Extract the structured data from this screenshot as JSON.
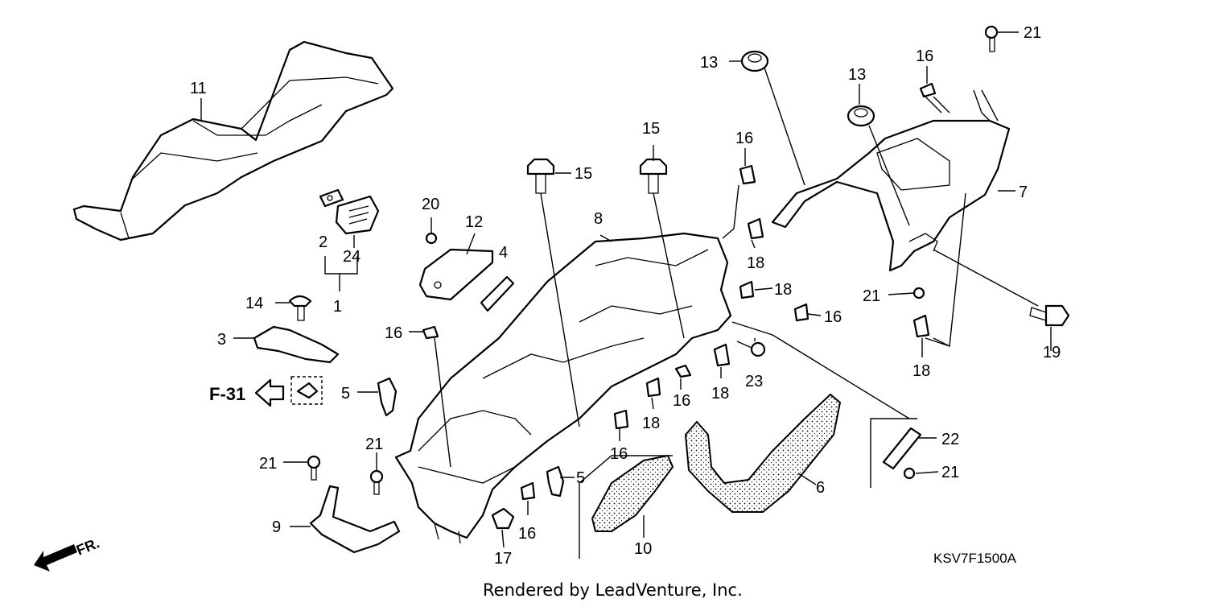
{
  "diagram": {
    "callouts": [
      {
        "id": "c1",
        "text": "1"
      },
      {
        "id": "c2",
        "text": "2"
      },
      {
        "id": "c3",
        "text": "3"
      },
      {
        "id": "c4",
        "text": "4"
      },
      {
        "id": "c5a",
        "text": "5"
      },
      {
        "id": "c5b",
        "text": "5"
      },
      {
        "id": "c6",
        "text": "6"
      },
      {
        "id": "c7",
        "text": "7"
      },
      {
        "id": "c8",
        "text": "8"
      },
      {
        "id": "c9",
        "text": "9"
      },
      {
        "id": "c10",
        "text": "10"
      },
      {
        "id": "c11",
        "text": "11"
      },
      {
        "id": "c12",
        "text": "12"
      },
      {
        "id": "c13a",
        "text": "13"
      },
      {
        "id": "c13b",
        "text": "13"
      },
      {
        "id": "c14",
        "text": "14"
      },
      {
        "id": "c15a",
        "text": "15"
      },
      {
        "id": "c15b",
        "text": "15"
      },
      {
        "id": "c16a",
        "text": "16"
      },
      {
        "id": "c16b",
        "text": "16"
      },
      {
        "id": "c16c",
        "text": "16"
      },
      {
        "id": "c16d",
        "text": "16"
      },
      {
        "id": "c16e",
        "text": "16"
      },
      {
        "id": "c16f",
        "text": "16"
      },
      {
        "id": "c16g",
        "text": "16"
      },
      {
        "id": "c17",
        "text": "17"
      },
      {
        "id": "c18a",
        "text": "18"
      },
      {
        "id": "c18b",
        "text": "18"
      },
      {
        "id": "c18c",
        "text": "18"
      },
      {
        "id": "c18d",
        "text": "18"
      },
      {
        "id": "c18e",
        "text": "18"
      },
      {
        "id": "c19",
        "text": "19"
      },
      {
        "id": "c20",
        "text": "20"
      },
      {
        "id": "c21a",
        "text": "21"
      },
      {
        "id": "c21b",
        "text": "21"
      },
      {
        "id": "c21c",
        "text": "21"
      },
      {
        "id": "c21d",
        "text": "21"
      },
      {
        "id": "c21e",
        "text": "21"
      },
      {
        "id": "c22",
        "text": "22"
      },
      {
        "id": "c23",
        "text": "23"
      },
      {
        "id": "c24",
        "text": "24"
      }
    ],
    "reference_label": "F-31",
    "front_label": "FR.",
    "drawing_code": "KSV7F1500A",
    "footer": "Rendered by LeadVenture, Inc."
  }
}
